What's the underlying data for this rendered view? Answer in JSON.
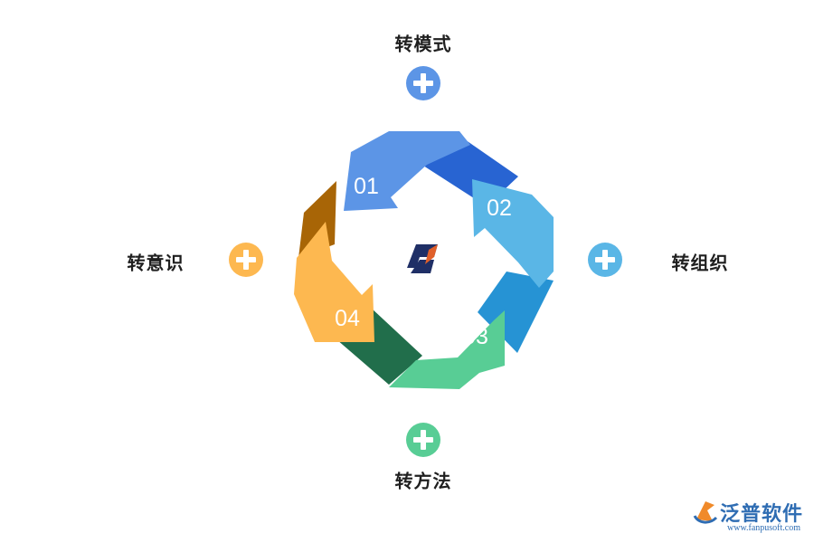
{
  "labels": {
    "top": "转模式",
    "right": "转组织",
    "bottom": "转方法",
    "left": "转意识"
  },
  "steps": [
    {
      "num": "01",
      "color_light": "#5c95e6",
      "color_dark": "#2864d2"
    },
    {
      "num": "02",
      "color_light": "#5ab6e6",
      "color_dark": "#2693d4"
    },
    {
      "num": "03",
      "color_light": "#58cd95",
      "color_dark": "#216e4b"
    },
    {
      "num": "04",
      "color_light": "#fdb850",
      "color_dark": "#a86506"
    }
  ],
  "plus_colors": {
    "top": "#5c95e6",
    "right": "#5ab6e6",
    "bottom": "#58cd95",
    "left": "#fdb850"
  },
  "watermark": {
    "name": "泛普软件",
    "url": "www.fanpusoft.com"
  }
}
